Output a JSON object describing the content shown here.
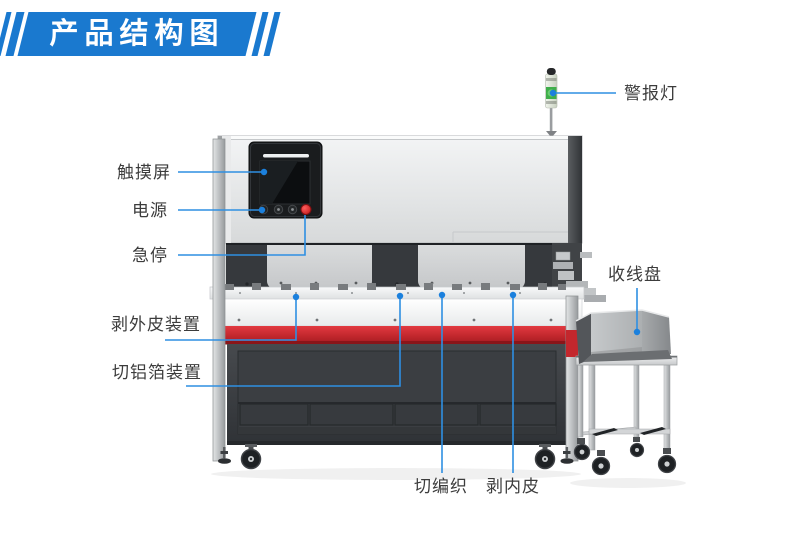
{
  "banner": {
    "title": "产品结构图"
  },
  "labels": {
    "touch_screen": "触摸屏",
    "power": "电源",
    "emergency_stop": "急停",
    "outer_sheath_stripping_device": "剥外皮装置",
    "foil_cutting_device": "切铝箔装置",
    "braid_cutting": "切编织",
    "inner_sheath_stripping": "剥内皮",
    "alarm_light": "警报灯",
    "wire_takeup_tray": "收线盘"
  },
  "colors": {
    "banner_blue": "#1a79cf",
    "callout_blue": "#2e8fe2",
    "machine_red_band": "#c1272d",
    "emergency_stop_red": "#d92b2b",
    "alarm_light_green": "#3fae4a"
  }
}
